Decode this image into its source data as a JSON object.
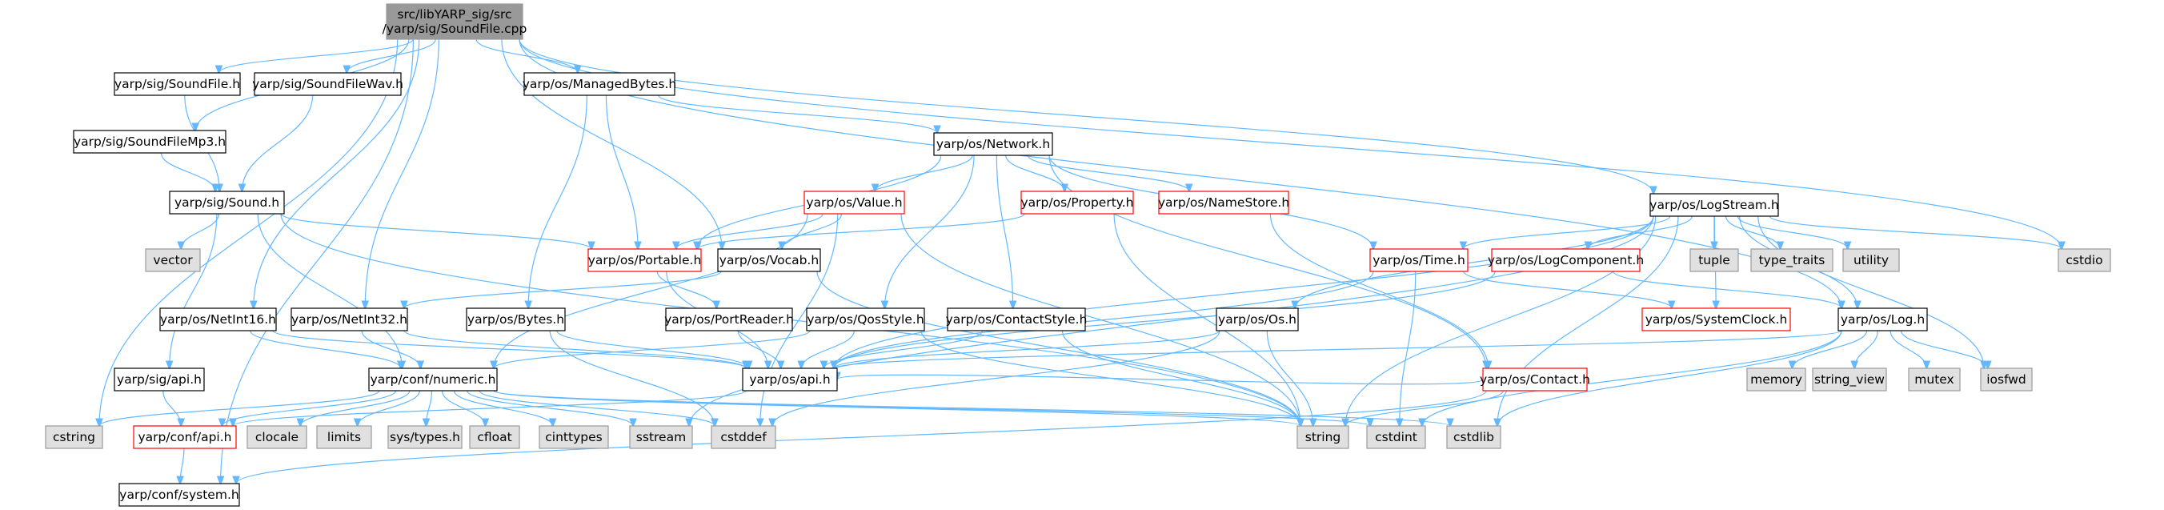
{
  "colors": {
    "edge": "#63b8ff",
    "root_fill": "#999999",
    "normal_fill": "#ffffff",
    "normal_stroke": "#000000",
    "truncated_stroke": "#ff0000",
    "system_fill": "#e0e0e0",
    "system_stroke": "#999999"
  },
  "nodes": [
    {
      "id": "root",
      "lines": [
        "src/libYARP_sig/src",
        "/yarp/sig/SoundFile.cpp"
      ],
      "kind": "root"
    },
    {
      "id": "soundfile_h",
      "lines": [
        "yarp/sig/SoundFile.h"
      ],
      "kind": "normal"
    },
    {
      "id": "soundfilewav_h",
      "lines": [
        "yarp/sig/SoundFileWav.h"
      ],
      "kind": "normal"
    },
    {
      "id": "managedbytes_h",
      "lines": [
        "yarp/os/ManagedBytes.h"
      ],
      "kind": "normal"
    },
    {
      "id": "soundfilemp3_h",
      "lines": [
        "yarp/sig/SoundFileMp3.h"
      ],
      "kind": "normal"
    },
    {
      "id": "network_h",
      "lines": [
        "yarp/os/Network.h"
      ],
      "kind": "normal"
    },
    {
      "id": "sound_h",
      "lines": [
        "yarp/sig/Sound.h"
      ],
      "kind": "normal"
    },
    {
      "id": "value_h",
      "lines": [
        "yarp/os/Value.h"
      ],
      "kind": "truncated"
    },
    {
      "id": "property_h",
      "lines": [
        "yarp/os/Property.h"
      ],
      "kind": "truncated"
    },
    {
      "id": "namestore_h",
      "lines": [
        "yarp/os/NameStore.h"
      ],
      "kind": "truncated"
    },
    {
      "id": "logstream_h",
      "lines": [
        "yarp/os/LogStream.h"
      ],
      "kind": "normal"
    },
    {
      "id": "vector",
      "lines": [
        "vector"
      ],
      "kind": "system"
    },
    {
      "id": "portable_h",
      "lines": [
        "yarp/os/Portable.h"
      ],
      "kind": "truncated"
    },
    {
      "id": "vocab_h",
      "lines": [
        "yarp/os/Vocab.h"
      ],
      "kind": "normal"
    },
    {
      "id": "time_h",
      "lines": [
        "yarp/os/Time.h"
      ],
      "kind": "truncated"
    },
    {
      "id": "logcomponent_h",
      "lines": [
        "yarp/os/LogComponent.h"
      ],
      "kind": "truncated"
    },
    {
      "id": "tuple",
      "lines": [
        "tuple"
      ],
      "kind": "system"
    },
    {
      "id": "type_traits",
      "lines": [
        "type_traits"
      ],
      "kind": "system"
    },
    {
      "id": "utility",
      "lines": [
        "utility"
      ],
      "kind": "system"
    },
    {
      "id": "cstdio",
      "lines": [
        "cstdio"
      ],
      "kind": "system"
    },
    {
      "id": "netint16_h",
      "lines": [
        "yarp/os/NetInt16.h"
      ],
      "kind": "normal"
    },
    {
      "id": "netint32_h",
      "lines": [
        "yarp/os/NetInt32.h"
      ],
      "kind": "normal"
    },
    {
      "id": "bytes_h",
      "lines": [
        "yarp/os/Bytes.h"
      ],
      "kind": "normal"
    },
    {
      "id": "portreader_h",
      "lines": [
        "yarp/os/PortReader.h"
      ],
      "kind": "normal"
    },
    {
      "id": "qosstyle_h",
      "lines": [
        "yarp/os/QosStyle.h"
      ],
      "kind": "normal"
    },
    {
      "id": "contactstyle_h",
      "lines": [
        "yarp/os/ContactStyle.h"
      ],
      "kind": "normal"
    },
    {
      "id": "os_h",
      "lines": [
        "yarp/os/Os.h"
      ],
      "kind": "normal"
    },
    {
      "id": "systemclock_h",
      "lines": [
        "yarp/os/SystemClock.h"
      ],
      "kind": "truncated"
    },
    {
      "id": "log_h",
      "lines": [
        "yarp/os/Log.h"
      ],
      "kind": "normal"
    },
    {
      "id": "sig_api_h",
      "lines": [
        "yarp/sig/api.h"
      ],
      "kind": "normal"
    },
    {
      "id": "conf_numeric_h",
      "lines": [
        "yarp/conf/numeric.h"
      ],
      "kind": "normal"
    },
    {
      "id": "os_api_h",
      "lines": [
        "yarp/os/api.h"
      ],
      "kind": "normal"
    },
    {
      "id": "contact_h",
      "lines": [
        "yarp/os/Contact.h"
      ],
      "kind": "truncated"
    },
    {
      "id": "memory",
      "lines": [
        "memory"
      ],
      "kind": "system"
    },
    {
      "id": "string_view",
      "lines": [
        "string_view"
      ],
      "kind": "system"
    },
    {
      "id": "mutex",
      "lines": [
        "mutex"
      ],
      "kind": "system"
    },
    {
      "id": "iosfwd",
      "lines": [
        "iosfwd"
      ],
      "kind": "system"
    },
    {
      "id": "cstring",
      "lines": [
        "cstring"
      ],
      "kind": "system"
    },
    {
      "id": "conf_api_h",
      "lines": [
        "yarp/conf/api.h"
      ],
      "kind": "truncated"
    },
    {
      "id": "clocale",
      "lines": [
        "clocale"
      ],
      "kind": "system"
    },
    {
      "id": "limits",
      "lines": [
        "limits"
      ],
      "kind": "system"
    },
    {
      "id": "sys_types_h",
      "lines": [
        "sys/types.h"
      ],
      "kind": "system"
    },
    {
      "id": "cfloat",
      "lines": [
        "cfloat"
      ],
      "kind": "system"
    },
    {
      "id": "cinttypes",
      "lines": [
        "cinttypes"
      ],
      "kind": "system"
    },
    {
      "id": "sstream",
      "lines": [
        "sstream"
      ],
      "kind": "system"
    },
    {
      "id": "cstddef",
      "lines": [
        "cstddef"
      ],
      "kind": "system"
    },
    {
      "id": "string",
      "lines": [
        "string"
      ],
      "kind": "system"
    },
    {
      "id": "cstdint",
      "lines": [
        "cstdint"
      ],
      "kind": "system"
    },
    {
      "id": "cstdlib",
      "lines": [
        "cstdlib"
      ],
      "kind": "system"
    },
    {
      "id": "conf_system_h",
      "lines": [
        "yarp/conf/system.h"
      ],
      "kind": "normal"
    }
  ],
  "edges": [
    [
      "root",
      "soundfile_h"
    ],
    [
      "root",
      "soundfilewav_h"
    ],
    [
      "root",
      "managedbytes_h"
    ],
    [
      "root",
      "soundfilemp3_h"
    ],
    [
      "root",
      "vocab_h"
    ],
    [
      "root",
      "logstream_h"
    ],
    [
      "root",
      "log_h"
    ],
    [
      "root",
      "cstdio"
    ],
    [
      "root",
      "cstring"
    ],
    [
      "root",
      "conf_system_h"
    ],
    [
      "root",
      "netint16_h"
    ],
    [
      "root",
      "netint32_h"
    ],
    [
      "soundfile_h",
      "sound_h"
    ],
    [
      "soundfilewav_h",
      "sound_h"
    ],
    [
      "soundfilemp3_h",
      "sound_h"
    ],
    [
      "managedbytes_h",
      "network_h"
    ],
    [
      "managedbytes_h",
      "portable_h"
    ],
    [
      "managedbytes_h",
      "bytes_h"
    ],
    [
      "sound_h",
      "vector"
    ],
    [
      "sound_h",
      "portable_h"
    ],
    [
      "sound_h",
      "sig_api_h"
    ],
    [
      "sound_h",
      "conf_numeric_h"
    ],
    [
      "sound_h",
      "string"
    ],
    [
      "network_h",
      "portable_h"
    ],
    [
      "network_h",
      "value_h"
    ],
    [
      "network_h",
      "property_h"
    ],
    [
      "network_h",
      "namestore_h"
    ],
    [
      "network_h",
      "time_h"
    ],
    [
      "network_h",
      "qosstyle_h"
    ],
    [
      "network_h",
      "contactstyle_h"
    ],
    [
      "network_h",
      "contact_h"
    ],
    [
      "value_h",
      "portable_h"
    ],
    [
      "value_h",
      "vocab_h"
    ],
    [
      "value_h",
      "string"
    ],
    [
      "value_h",
      "cstddef"
    ],
    [
      "value_h",
      "conf_numeric_h"
    ],
    [
      "property_h",
      "portable_h"
    ],
    [
      "property_h",
      "string"
    ],
    [
      "namestore_h",
      "contact_h"
    ],
    [
      "portable_h",
      "portreader_h"
    ],
    [
      "portable_h",
      "os_api_h"
    ],
    [
      "vocab_h",
      "netint32_h"
    ],
    [
      "vocab_h",
      "string"
    ],
    [
      "logstream_h",
      "time_h"
    ],
    [
      "logstream_h",
      "logcomponent_h"
    ],
    [
      "logstream_h",
      "tuple"
    ],
    [
      "logstream_h",
      "type_traits"
    ],
    [
      "logstream_h",
      "utility"
    ],
    [
      "logstream_h",
      "cstdio"
    ],
    [
      "logstream_h",
      "log_h"
    ],
    [
      "logstream_h",
      "os_api_h"
    ],
    [
      "logstream_h",
      "systemclock_h"
    ],
    [
      "logstream_h",
      "os_h"
    ],
    [
      "logstream_h",
      "string"
    ],
    [
      "logstream_h",
      "sstream"
    ],
    [
      "logstream_h",
      "iosfwd"
    ],
    [
      "logstream_h",
      "cstdlib"
    ],
    [
      "time_h",
      "systemclock_h"
    ],
    [
      "time_h",
      "os_api_h"
    ],
    [
      "time_h",
      "cstdint"
    ],
    [
      "logcomponent_h",
      "log_h"
    ],
    [
      "logcomponent_h",
      "os_api_h"
    ],
    [
      "netint16_h",
      "conf_numeric_h"
    ],
    [
      "netint16_h",
      "os_api_h"
    ],
    [
      "netint32_h",
      "conf_numeric_h"
    ],
    [
      "netint32_h",
      "os_api_h"
    ],
    [
      "bytes_h",
      "os_api_h"
    ],
    [
      "bytes_h",
      "cstddef"
    ],
    [
      "portreader_h",
      "os_api_h"
    ],
    [
      "qosstyle_h",
      "os_api_h"
    ],
    [
      "qosstyle_h",
      "conf_numeric_h"
    ],
    [
      "qosstyle_h",
      "string"
    ],
    [
      "contactstyle_h",
      "os_api_h"
    ],
    [
      "contactstyle_h",
      "string"
    ],
    [
      "os_h",
      "os_api_h"
    ],
    [
      "os_h",
      "string"
    ],
    [
      "os_h",
      "cstddef"
    ],
    [
      "log_h",
      "os_api_h"
    ],
    [
      "log_h",
      "memory"
    ],
    [
      "log_h",
      "string_view"
    ],
    [
      "log_h",
      "mutex"
    ],
    [
      "log_h",
      "iosfwd"
    ],
    [
      "log_h",
      "cstdint"
    ],
    [
      "log_h",
      "cstdlib"
    ],
    [
      "sig_api_h",
      "conf_api_h"
    ],
    [
      "conf_numeric_h",
      "conf_api_h"
    ],
    [
      "conf_numeric_h",
      "cstring"
    ],
    [
      "conf_numeric_h",
      "clocale"
    ],
    [
      "conf_numeric_h",
      "limits"
    ],
    [
      "conf_numeric_h",
      "sys_types_h"
    ],
    [
      "conf_numeric_h",
      "cfloat"
    ],
    [
      "conf_numeric_h",
      "cinttypes"
    ],
    [
      "conf_numeric_h",
      "sstream"
    ],
    [
      "conf_numeric_h",
      "cstddef"
    ],
    [
      "conf_numeric_h",
      "string"
    ],
    [
      "conf_numeric_h",
      "cstdint"
    ],
    [
      "conf_numeric_h",
      "cstdlib"
    ],
    [
      "os_api_h",
      "conf_api_h"
    ],
    [
      "contact_h",
      "os_api_h"
    ],
    [
      "contact_h",
      "string"
    ],
    [
      "contact_h",
      "conf_system_h"
    ],
    [
      "conf_api_h",
      "conf_system_h"
    ]
  ]
}
